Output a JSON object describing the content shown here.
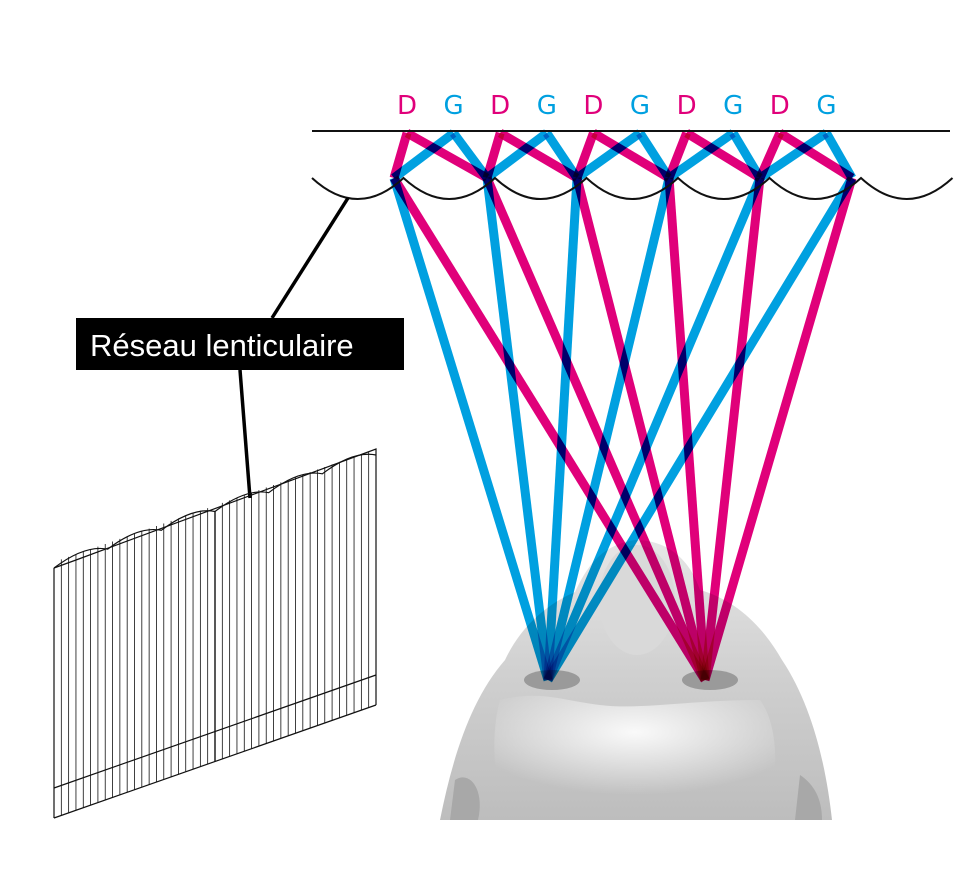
{
  "colors": {
    "right_eye": "#e0007a",
    "left_eye": "#00a0e0",
    "line": "#111111",
    "callout_bg": "#000000",
    "callout_text": "#ffffff"
  },
  "pixel_labels": [
    "D",
    "G",
    "D",
    "G",
    "D",
    "G",
    "D",
    "G",
    "D",
    "G"
  ],
  "callout": {
    "label": "Réseau lenticulaire"
  },
  "legend_meaning": {
    "D": "right eye pixel",
    "G": "left eye pixel"
  }
}
